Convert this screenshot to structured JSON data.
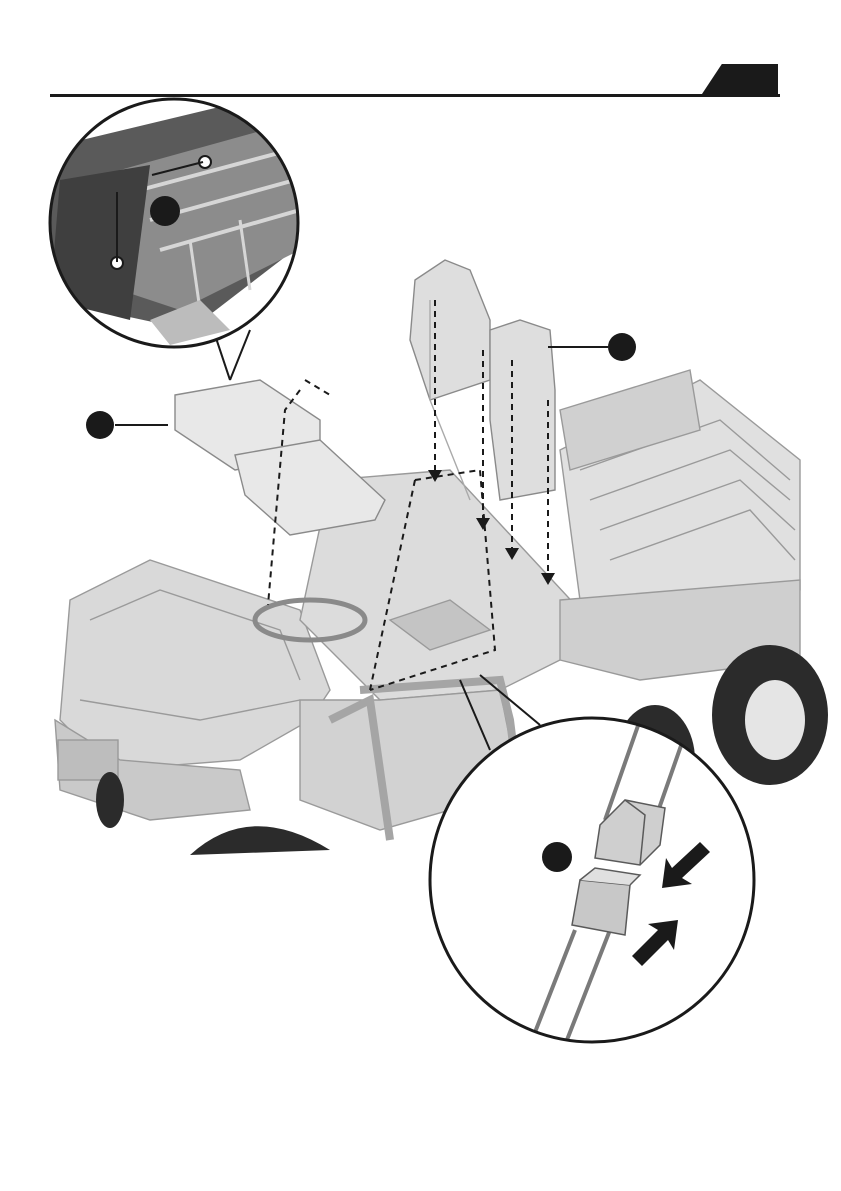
{
  "page": {
    "type": "assembly-instruction-illustration",
    "colors": {
      "ink": "#1a1a1a",
      "paper": "#ffffff",
      "body": "#d9d9d9",
      "shade": "#b8b8b8"
    }
  },
  "header": {
    "tab_label": ""
  },
  "callouts": [
    {
      "id": "seat-callout",
      "label": ""
    },
    {
      "id": "seatback-callout",
      "label": ""
    },
    {
      "id": "seat-detail-callout",
      "label": ""
    },
    {
      "id": "connector-callout",
      "label": ""
    }
  ],
  "arrows": {
    "connector_arrows": [
      "arrow-down-left-icon",
      "arrow-up-right-icon"
    ]
  }
}
